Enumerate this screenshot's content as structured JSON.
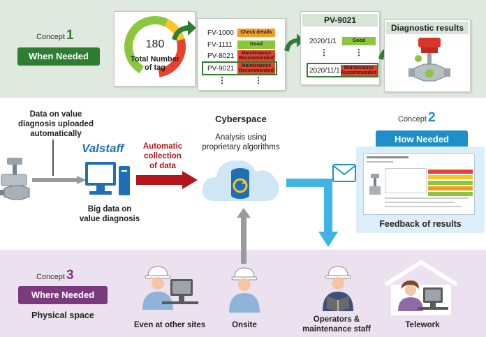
{
  "concept1": {
    "prefix": "Concept",
    "number": "1",
    "title": "When Needed",
    "color": "#2e7d32",
    "donut_count": "180",
    "donut_label": "Total Number\nof tag",
    "tags": [
      {
        "name": "FV-1000",
        "status": "Check details",
        "color": "#f39c21"
      },
      {
        "name": "FV-1111",
        "status": "Good",
        "color": "#8cc63f"
      },
      {
        "name": "PV-8021",
        "status": "Maintenance Recommended",
        "color": "#e8412c"
      },
      {
        "name": "PV-9021",
        "status": "Maintenance Recommended",
        "color": "#e8412c"
      }
    ],
    "history_title": "PV-9021",
    "history": [
      {
        "date": "2020/1/1",
        "status": "Good",
        "color": "#8cc63f"
      },
      {
        "date": "2020/11/1",
        "status": "Maintenance Recommended",
        "color": "#e8412c"
      }
    ],
    "ellipsis": "⋮",
    "diagnostic_title": "Diagnostic results"
  },
  "middle": {
    "upload_text": "Data on value\ndiagnosis uploaded\nautomatically",
    "logo": "Valstaff",
    "auto_collect": "Automatic\ncollection\nof data",
    "big_data": "Big data on\nvalue diagnosis",
    "cyberspace_title": "Cyberspace",
    "cyberspace_sub": "Analysis using\nproprietary algorithms"
  },
  "concept2": {
    "prefix": "Concept",
    "number": "2",
    "title": "How Needed",
    "color": "#1f8fc9",
    "feedback": "Feedback of results"
  },
  "concept3": {
    "prefix": "Concept",
    "number": "3",
    "title": "Where Needed",
    "color": "#7b3a7e",
    "subtitle": "Physical space",
    "people": [
      "Even at other sites",
      "Onsite",
      "Operators &\nmaintenance staff",
      "Telework"
    ]
  },
  "colors": {
    "accent_green": "#2e7d32",
    "accent_blue": "#1f8fc9",
    "accent_purple": "#7b3a7e",
    "arrow_red": "#b5141b",
    "arrow_blue": "#41b4e6",
    "arrow_gray": "#9a9a9a"
  }
}
